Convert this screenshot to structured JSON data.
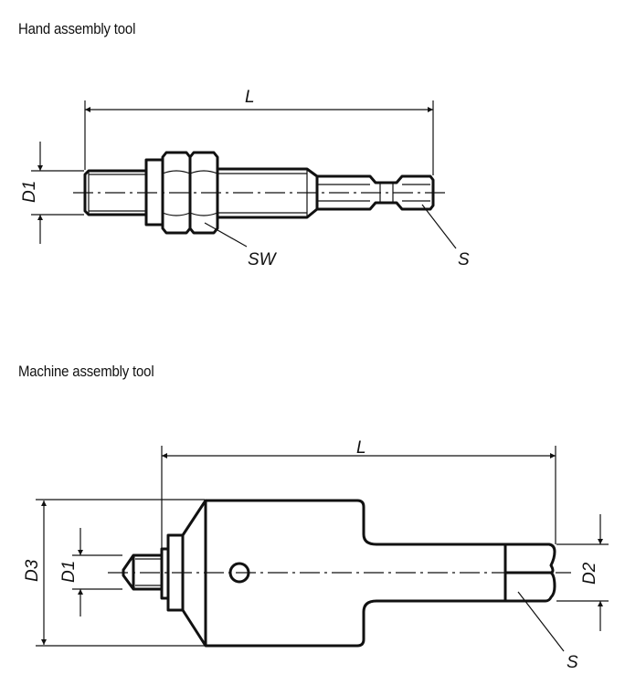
{
  "sections": [
    {
      "title": "Hand assembly tool",
      "labels": {
        "length": "L",
        "diameter1": "D1",
        "wrench_size": "SW",
        "hex_size": "S"
      }
    },
    {
      "title": "Machine assembly tool",
      "labels": {
        "length": "L",
        "diameter1": "D1",
        "diameter2": "D2",
        "diameter3": "D3",
        "hex_size": "S"
      }
    }
  ],
  "colors": {
    "line": "#111111",
    "background": "#ffffff"
  }
}
